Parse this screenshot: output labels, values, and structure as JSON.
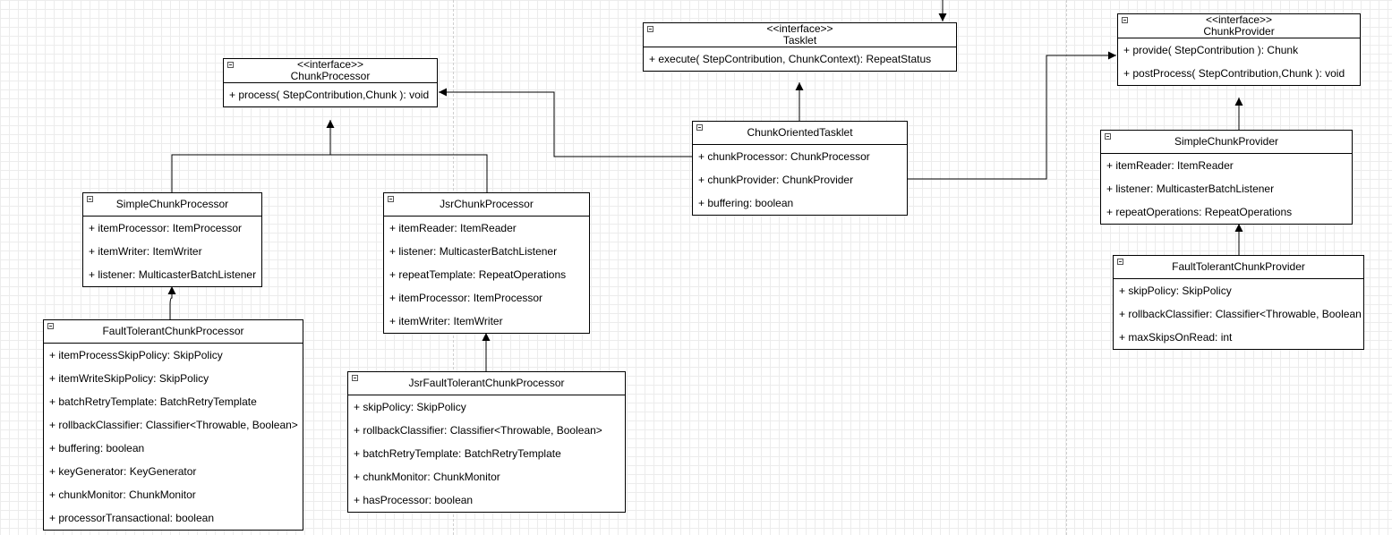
{
  "classes": {
    "tasklet": {
      "stereotype": "<<interface>>",
      "name": "Tasklet",
      "members": [
        "+ execute( StepContribution, ChunkContext): RepeatStatus"
      ]
    },
    "chunk_provider": {
      "stereotype": "<<interface>>",
      "name": "ChunkProvider",
      "members": [
        "+ provide( StepContribution ): Chunk",
        "+ postProcess( StepContribution,Chunk ): void"
      ]
    },
    "chunk_processor": {
      "stereotype": "<<interface>>",
      "name": "ChunkProcessor",
      "members": [
        "+ process( StepContribution,Chunk ): void"
      ]
    },
    "chunk_oriented_tasklet": {
      "name": "ChunkOrientedTasklet",
      "members": [
        "+ chunkProcessor: ChunkProcessor",
        "+ chunkProvider: ChunkProvider",
        "+ buffering: boolean"
      ]
    },
    "simple_chunk_provider": {
      "name": "SimpleChunkProvider",
      "members": [
        "+ itemReader: ItemReader",
        "+ listener: MulticasterBatchListener",
        "+ repeatOperations: RepeatOperations"
      ]
    },
    "fault_tolerant_chunk_provider": {
      "name": "FaultTolerantChunkProvider",
      "members": [
        "+ skipPolicy: SkipPolicy",
        "+ rollbackClassifier: Classifier<Throwable, Boolean",
        "+ maxSkipsOnRead: int"
      ]
    },
    "simple_chunk_processor": {
      "name": "SimpleChunkProcessor",
      "members": [
        "+ itemProcessor: ItemProcessor",
        "+ itemWriter: ItemWriter",
        "+ listener: MulticasterBatchListener"
      ]
    },
    "jsr_chunk_processor": {
      "name": "JsrChunkProcessor",
      "members": [
        "+ itemReader: ItemReader",
        "+ listener: MulticasterBatchListener",
        "+ repeatTemplate: RepeatOperations",
        "+ itemProcessor: ItemProcessor",
        "+ itemWriter: ItemWriter"
      ]
    },
    "fault_tolerant_chunk_processor": {
      "name": "FaultTolerantChunkProcessor",
      "members": [
        "+ itemProcessSkipPolicy: SkipPolicy",
        "+ itemWriteSkipPolicy: SkipPolicy",
        "+ batchRetryTemplate: BatchRetryTemplate",
        "+ rollbackClassifier: Classifier<Throwable, Boolean>",
        "+ buffering: boolean",
        "+ keyGenerator: KeyGenerator",
        "+ chunkMonitor: ChunkMonitor",
        "+ processorTransactional: boolean"
      ]
    },
    "jsr_fault_tolerant_chunk_processor": {
      "name": "JsrFaultTolerantChunkProcessor",
      "members": [
        "+ skipPolicy: SkipPolicy",
        "+ rollbackClassifier: Classifier<Throwable, Boolean>",
        "+ batchRetryTemplate: BatchRetryTemplate",
        "+ chunkMonitor: ChunkMonitor",
        "+ hasProcessor: boolean"
      ]
    }
  }
}
